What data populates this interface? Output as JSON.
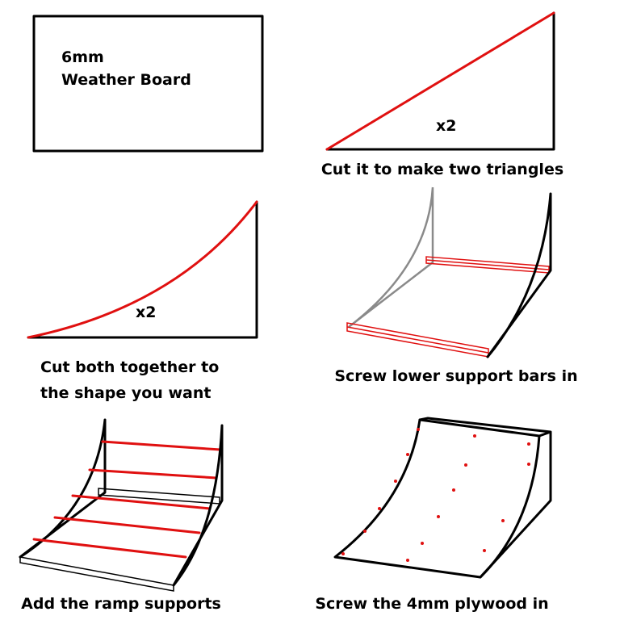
{
  "colors": {
    "accent": "#e01010",
    "outline": "#000000",
    "hidden_edge": "#8a8a8a"
  },
  "steps": [
    {
      "lines": [
        "6mm",
        "Weather Board"
      ]
    },
    {
      "label": "x2",
      "caption": "Cut it to make two triangles"
    },
    {
      "label": "x2",
      "caption_lines": [
        "Cut both together to",
        "the shape you want"
      ]
    },
    {
      "caption": "Screw lower support bars in"
    },
    {
      "caption": "Add the ramp supports"
    },
    {
      "caption": "Screw the 4mm plywood in"
    }
  ]
}
